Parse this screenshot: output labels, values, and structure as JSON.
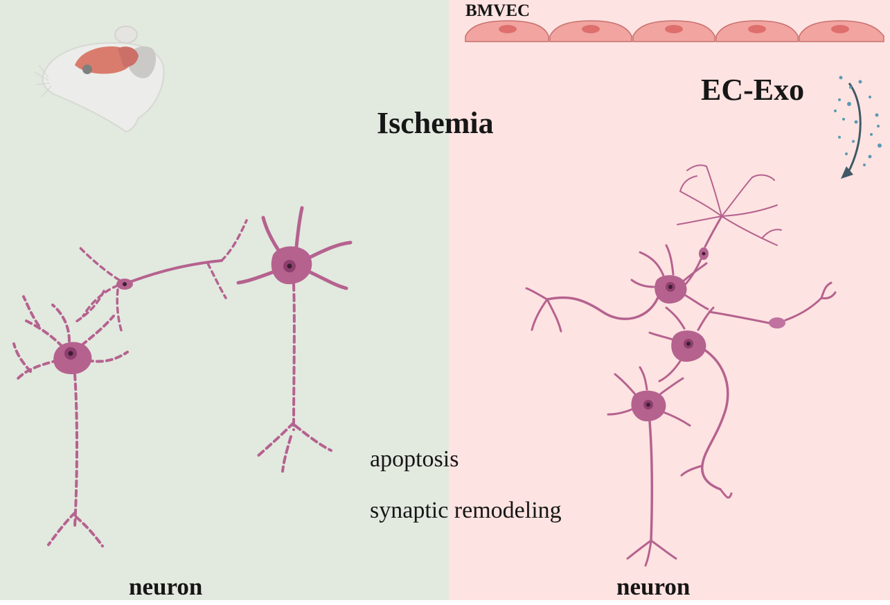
{
  "title": "Ischemia",
  "cell_layer": {
    "label": "BMVEC",
    "cell_count": 5
  },
  "exosome": {
    "label": "EC-Exo"
  },
  "processes": [
    "apoptosis",
    "synaptic remodeling"
  ],
  "left_panel": {
    "caption": "neuron",
    "state": "ischemic, fragmented neurites"
  },
  "right_panel": {
    "caption": "neuron",
    "state": "recovered neurites"
  },
  "colors": {
    "left_bg": "#e2e9df",
    "right_bg": "#fde3e1",
    "neuron": "#b5628f",
    "endothelial_cell": "#f1a4a0",
    "exosome_dots": "#5a9ab4",
    "arrow": "#3f5966"
  }
}
